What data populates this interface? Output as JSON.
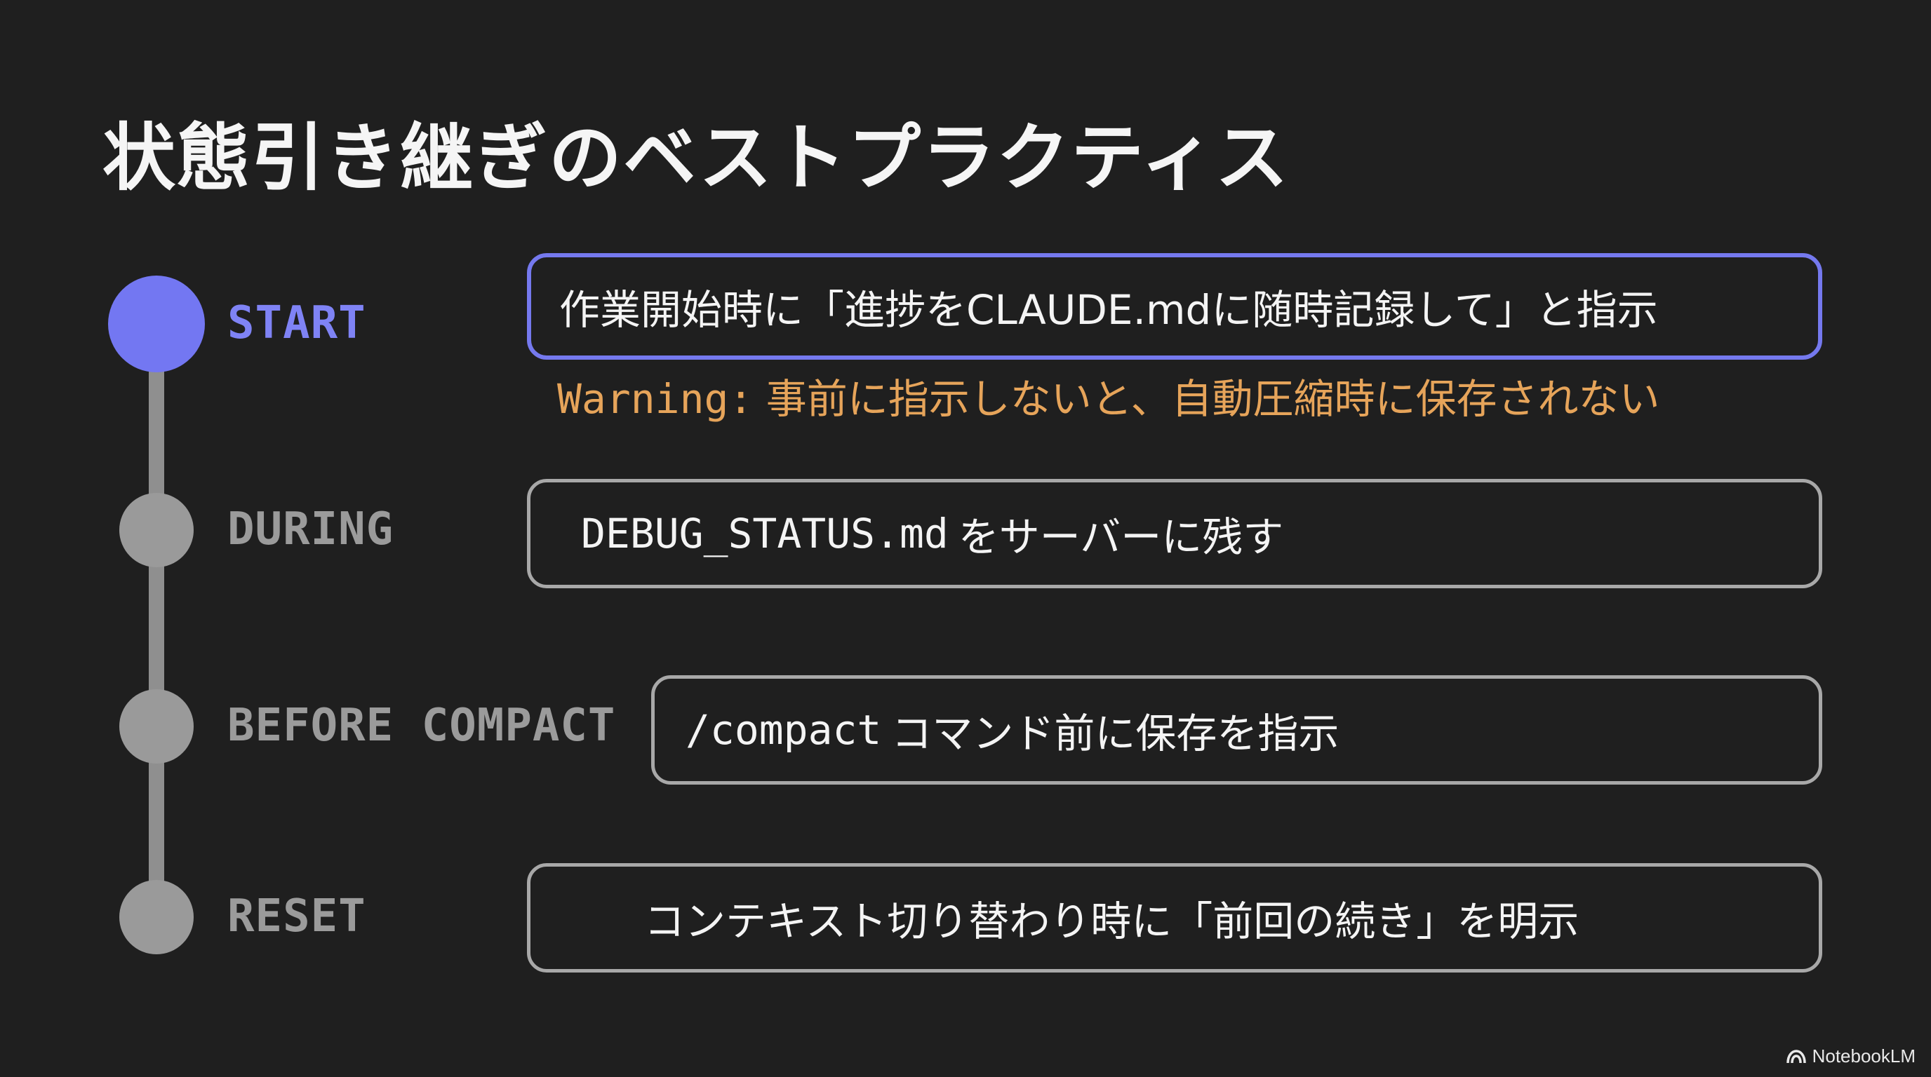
{
  "title": "状態引き継ぎのベストプラクティス",
  "stages": [
    {
      "label": "START",
      "active": true,
      "card_prefix": "",
      "card_text": "作業開始時に「進捗をCLAUDE.mdに随時記録して」と指示",
      "warning_prefix": "Warning:",
      "warning_text": "事前に指示しないと、自動圧縮時に保存されない"
    },
    {
      "label": "DURING",
      "active": false,
      "card_prefix": "DEBUG_STATUS.md",
      "card_text": "をサーバーに残す"
    },
    {
      "label": "BEFORE COMPACT",
      "active": false,
      "card_prefix": "/compact",
      "card_text": "コマンド前に保存を指示"
    },
    {
      "label": "RESET",
      "active": false,
      "card_prefix": "",
      "card_text": "コンテキスト切り替わり時に「前回の続き」を明示"
    }
  ],
  "brand": "NotebookLM",
  "colors": {
    "background": "#1f1f1f",
    "accent": "#7377f2",
    "warning": "#e6a45a",
    "inactive": "#9a9a9a"
  }
}
